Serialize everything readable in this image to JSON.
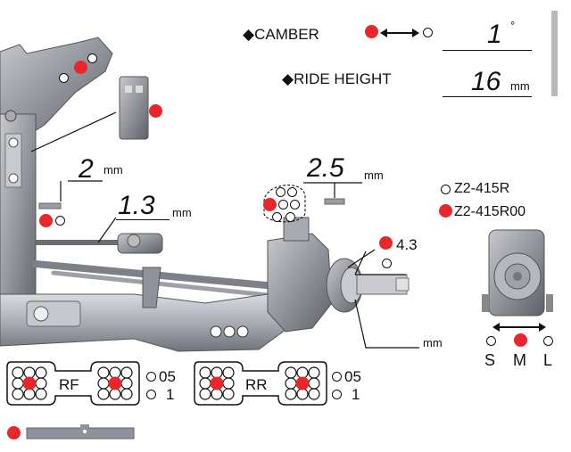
{
  "camber": {
    "label": "◆CAMBER",
    "value": "1",
    "unit": "°"
  },
  "ride_height": {
    "label": "◆RIDE HEIGHT",
    "value": "16",
    "unit": "mm"
  },
  "measure_2": {
    "value": "2",
    "unit": "mm"
  },
  "measure_1_3": {
    "value": "1.3",
    "unit": "mm"
  },
  "measure_2_5": {
    "value": "2.5",
    "unit": "mm"
  },
  "measure_4_3": {
    "value": "4.3"
  },
  "lower_unit": {
    "unit": "mm"
  },
  "parts": {
    "std": "Z2-415R",
    "alt": "Z2-415R00"
  },
  "sml": {
    "s": "S",
    "m": "M",
    "l": "L"
  },
  "rf": {
    "label": "RF",
    "opt1": "05",
    "opt2": "1"
  },
  "rr": {
    "label": "RR",
    "opt1": "05",
    "opt2": "1"
  },
  "colors": {
    "marker": "#e8272d",
    "part_gray": "#9a9da3",
    "bar_gray": "#b8b8b8"
  }
}
